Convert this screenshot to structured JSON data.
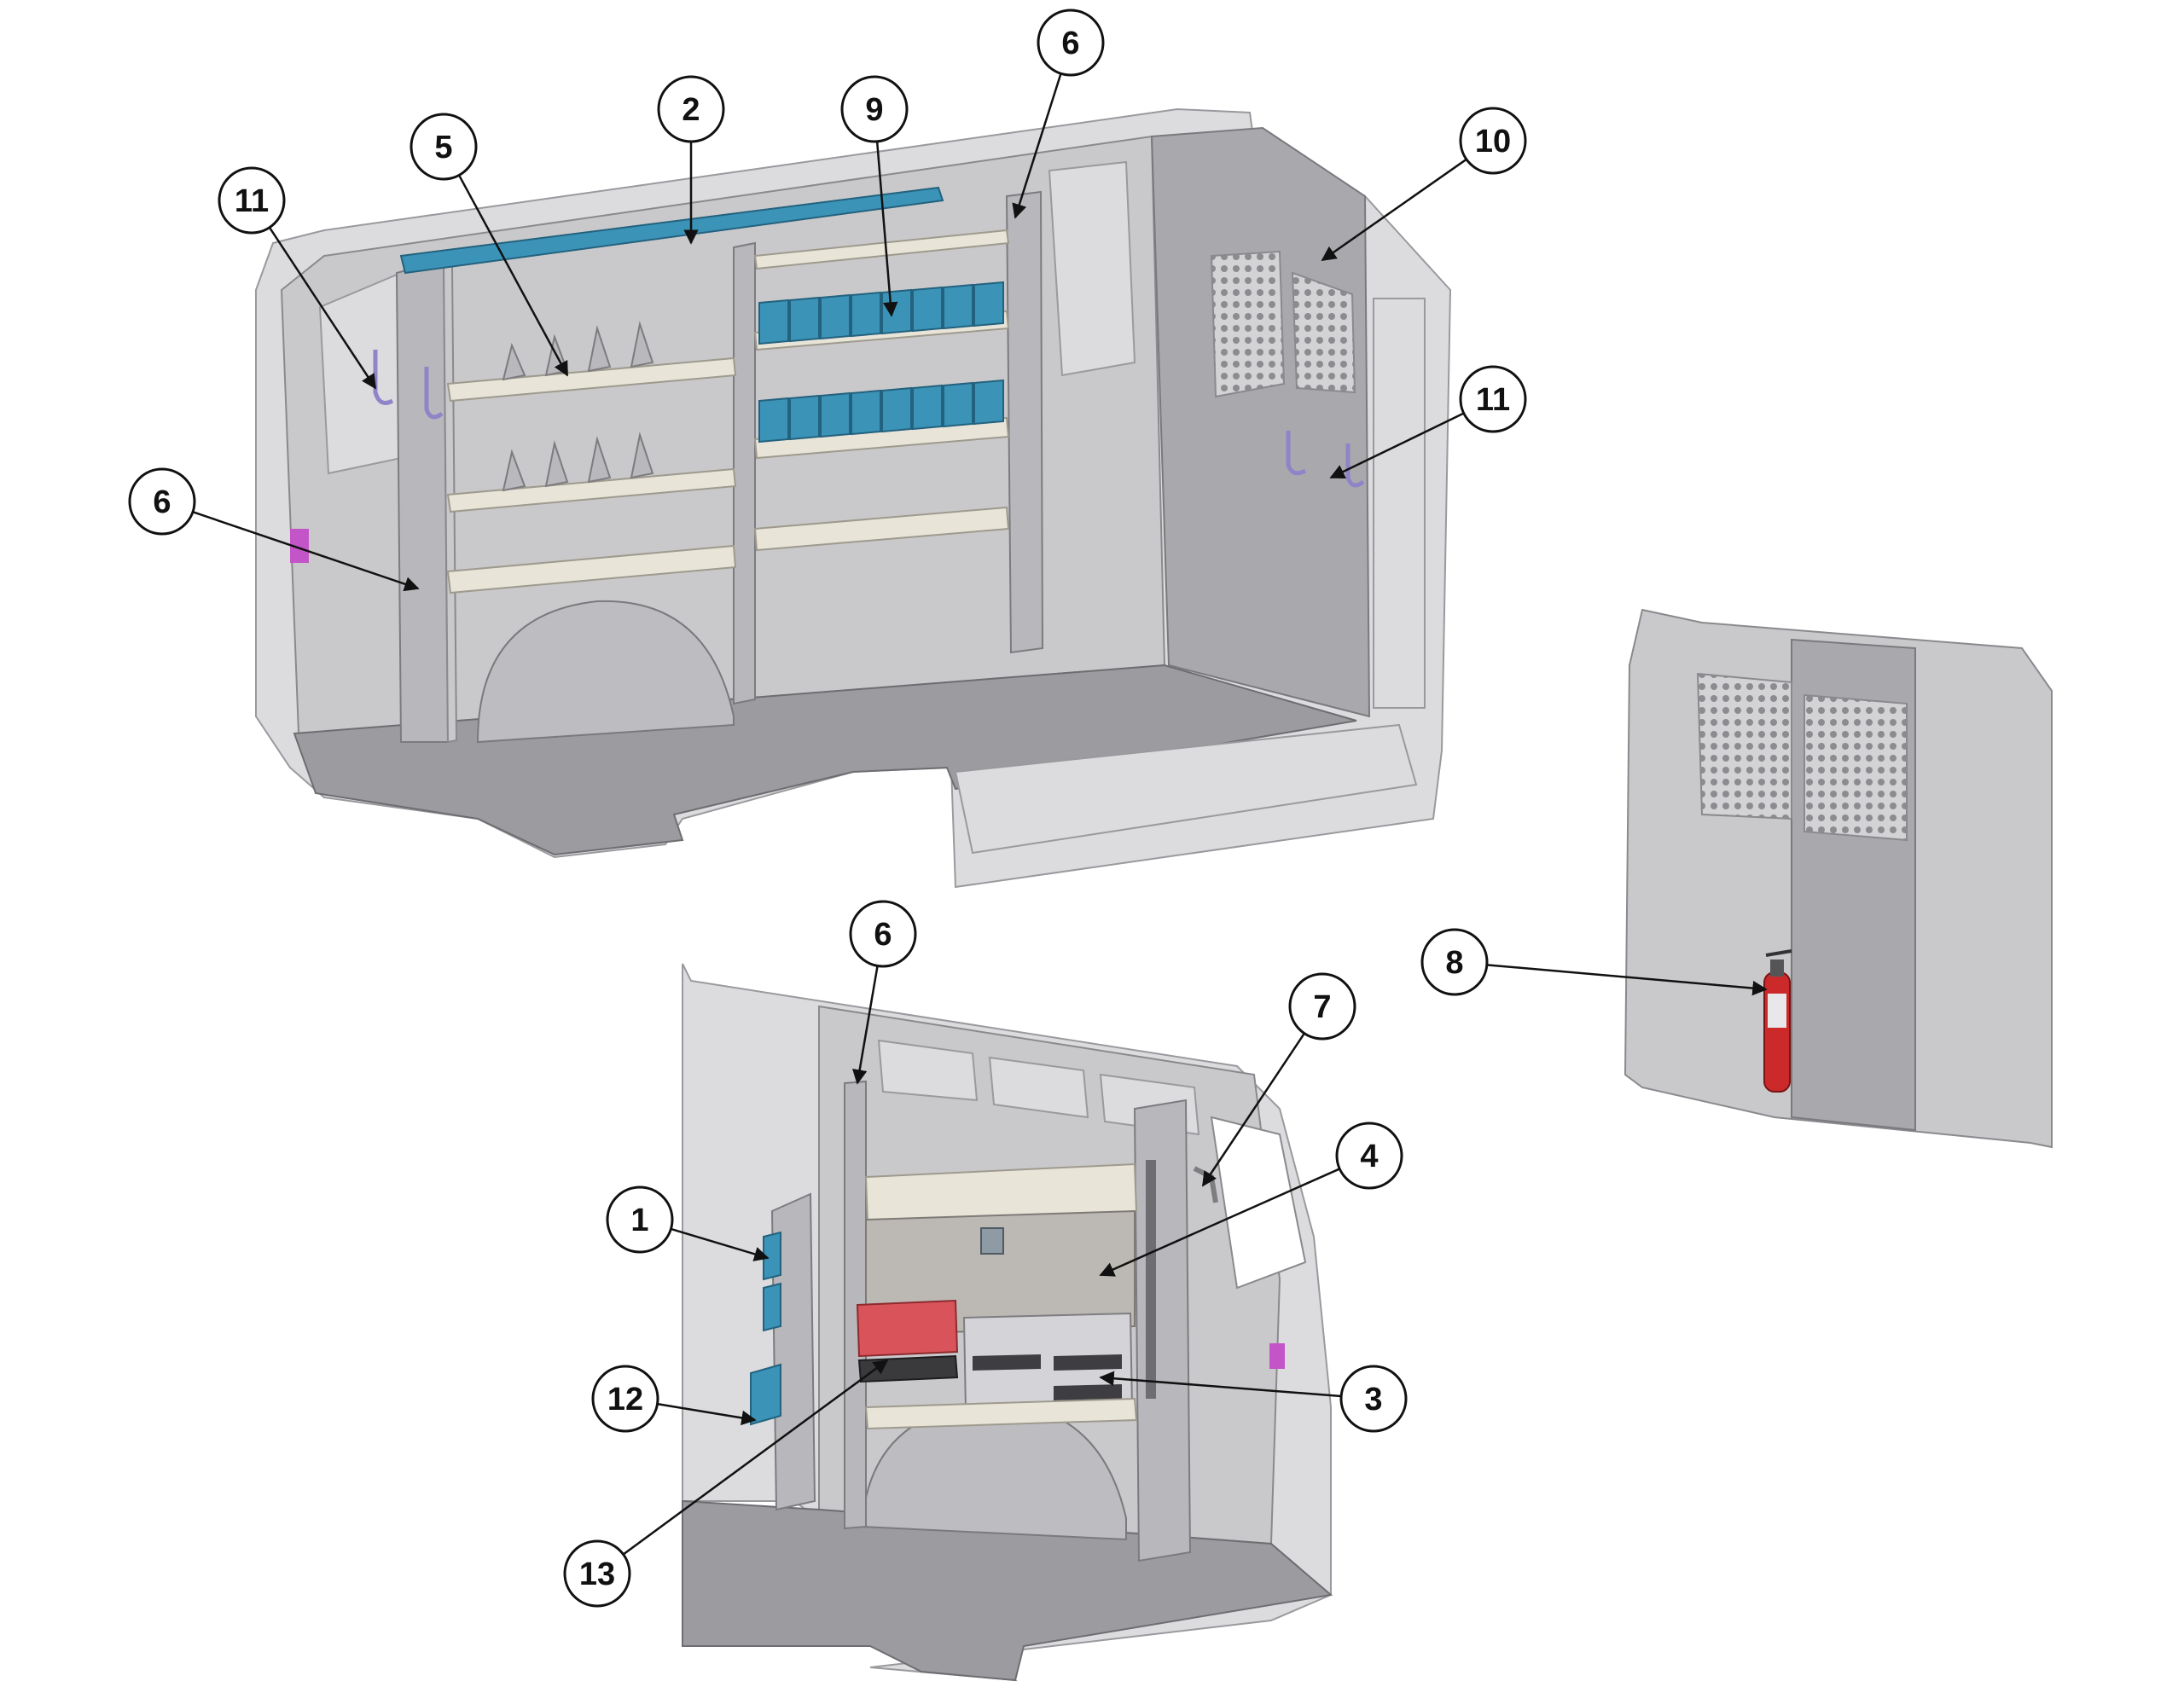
{
  "colors": {
    "bin_blue": "#3b93b8",
    "tray_red": "#d8545a",
    "extinguisher_red": "#cc2a2a",
    "hook_purple": "#8f84c8",
    "latch_magenta": "#c455c8",
    "panel_gray": "#c9c9cb",
    "floor_gray": "#9c9ca0"
  },
  "callouts": [
    {
      "id": "11a",
      "label": "11",
      "target": "hooks-left-wall"
    },
    {
      "id": "5",
      "label": "5",
      "target": "shelf-dividers"
    },
    {
      "id": "2",
      "label": "2",
      "target": "top-tray-blue"
    },
    {
      "id": "9",
      "label": "9",
      "target": "parts-bins"
    },
    {
      "id": "6a",
      "label": "6",
      "target": "rear-upright"
    },
    {
      "id": "10",
      "label": "10",
      "target": "partition-panel"
    },
    {
      "id": "11b",
      "label": "11",
      "target": "hooks-partition"
    },
    {
      "id": "6b",
      "label": "6",
      "target": "end-panel-left"
    },
    {
      "id": "6c",
      "label": "6",
      "target": "upright-curbside"
    },
    {
      "id": "7",
      "label": "7",
      "target": "door-hook"
    },
    {
      "id": "4",
      "label": "4",
      "target": "storage-cabinet"
    },
    {
      "id": "1",
      "label": "1",
      "target": "bins-side-upper"
    },
    {
      "id": "12",
      "label": "12",
      "target": "bins-side-lower"
    },
    {
      "id": "3",
      "label": "3",
      "target": "drawer-unit"
    },
    {
      "id": "13",
      "label": "13",
      "target": "red-tray"
    },
    {
      "id": "8",
      "label": "8",
      "target": "fire-extinguisher"
    }
  ]
}
